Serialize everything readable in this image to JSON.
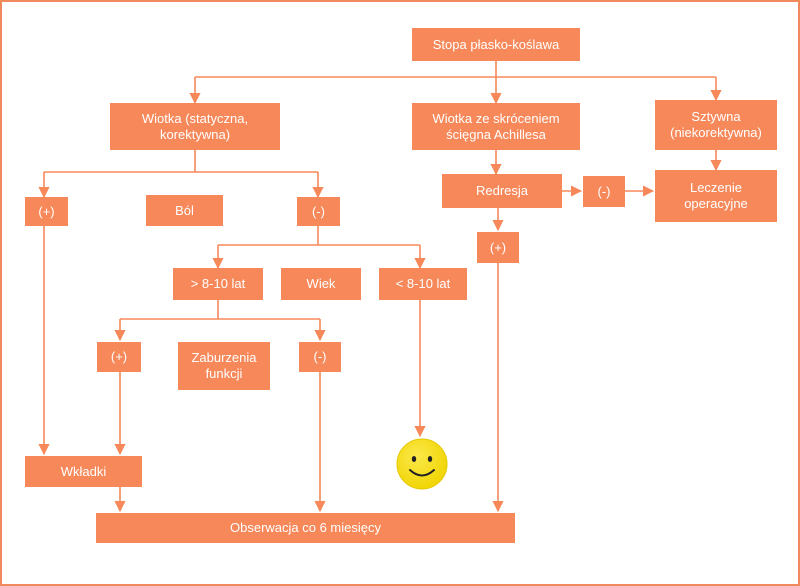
{
  "colors": {
    "box": "#f7885a",
    "line": "#f7885a",
    "border": "#f08a5d",
    "smiley": "#f5dc10"
  },
  "nodes": {
    "root": "Stopa płasko-koślawa",
    "flexible_line1": "Wiotka (statyczna,",
    "flexible_line2": "korektywna)",
    "achilles_line1": "Wiotka ze skróceniem",
    "achilles_line2": "ścięgna Achillesa",
    "rigid_line1": "Sztywna",
    "rigid_line2": "(niekorektywna)",
    "pain_pos": "(+)",
    "pain": "Ból",
    "pain_neg": "(-)",
    "redresja": "Redresja",
    "redresja_neg": "(-)",
    "surgery_line1": "Leczenie",
    "surgery_line2": "operacyjne",
    "redresja_pos": "(+)",
    "age_over": "> 8-10 lat",
    "age": "Wiek",
    "age_under": "< 8-10 lat",
    "dysfunction_pos": "(+)",
    "dysfunction_line1": "Zaburzenia",
    "dysfunction_line2": "funkcji",
    "dysfunction_neg": "(-)",
    "insoles": "Wkładki",
    "observation": "Obserwacja co 6 miesięcy"
  },
  "smiley_icon": "smiley-face-icon"
}
